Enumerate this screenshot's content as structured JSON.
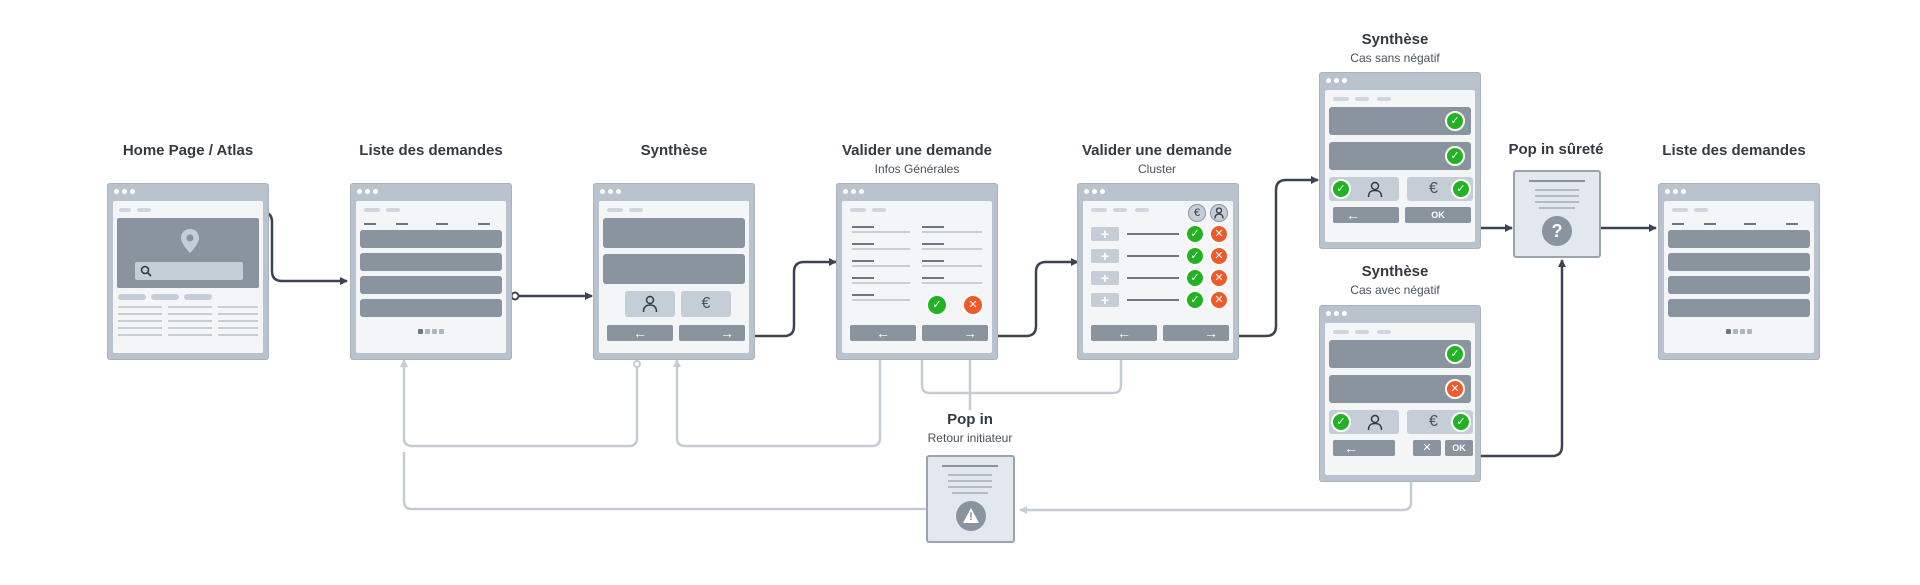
{
  "screens": {
    "home": {
      "title": "Home Page / Atlas"
    },
    "liste1": {
      "title": "Liste des demandes"
    },
    "synthese": {
      "title": "Synthèse"
    },
    "valider_infos": {
      "title": "Valider une demande",
      "subtitle": "Infos Générales"
    },
    "valider_cluster": {
      "title": "Valider une demande",
      "subtitle": "Cluster"
    },
    "synthese_sans": {
      "title": "Synthèse",
      "subtitle": "Cas sans négatif"
    },
    "synthese_avec": {
      "title": "Synthèse",
      "subtitle": "Cas avec négatif"
    },
    "pop_surete": {
      "title": "Pop in sûreté"
    },
    "liste2": {
      "title": "Liste des demandes"
    },
    "pop_retour": {
      "title": "Pop in",
      "subtitle": "Retour initiateur"
    }
  },
  "buttons": {
    "ok": "OK",
    "cancel_x": "✕"
  },
  "glyphs": {
    "arrow_left": "←",
    "arrow_right": "→",
    "euro": "€",
    "check": "✓",
    "cross": "✕",
    "plus": "+",
    "question": "?",
    "warning": "!"
  },
  "icons": [
    "location-pin-icon",
    "search-icon",
    "user-icon",
    "euro-icon",
    "check-icon",
    "cross-icon",
    "plus-icon",
    "question-icon",
    "warning-icon"
  ],
  "colors": {
    "flow_line": "#3b4450",
    "return_line": "#c5ccd3",
    "window_frame": "#b9c3cd",
    "content_bar": "#8a949e",
    "valid": "#22b324",
    "invalid": "#f05a28"
  }
}
